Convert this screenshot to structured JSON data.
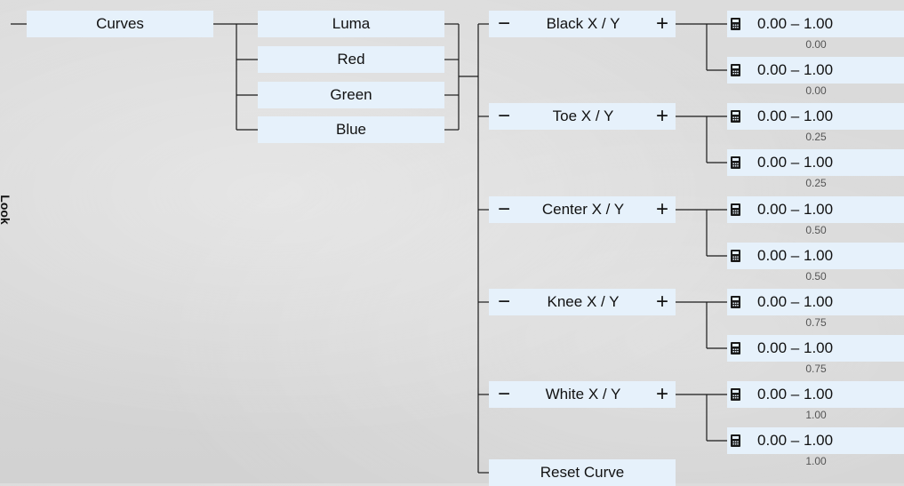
{
  "side_label": "Look",
  "root": "Curves",
  "channels": [
    "Luma",
    "Red",
    "Green",
    "Blue"
  ],
  "controls": [
    {
      "label": "Black X / Y",
      "defaults": [
        "0.00",
        "0.00"
      ]
    },
    {
      "label": "Toe X / Y",
      "defaults": [
        "0.25",
        "0.25"
      ]
    },
    {
      "label": "Center X / Y",
      "defaults": [
        "0.50",
        "0.50"
      ]
    },
    {
      "label": "Knee X / Y",
      "defaults": [
        "0.75",
        "0.75"
      ]
    },
    {
      "label": "White X / Y",
      "defaults": [
        "1.00",
        "1.00"
      ]
    }
  ],
  "minus": "−",
  "plus": "+",
  "range_label": "0.00 – 1.00",
  "reset": "Reset Curve"
}
